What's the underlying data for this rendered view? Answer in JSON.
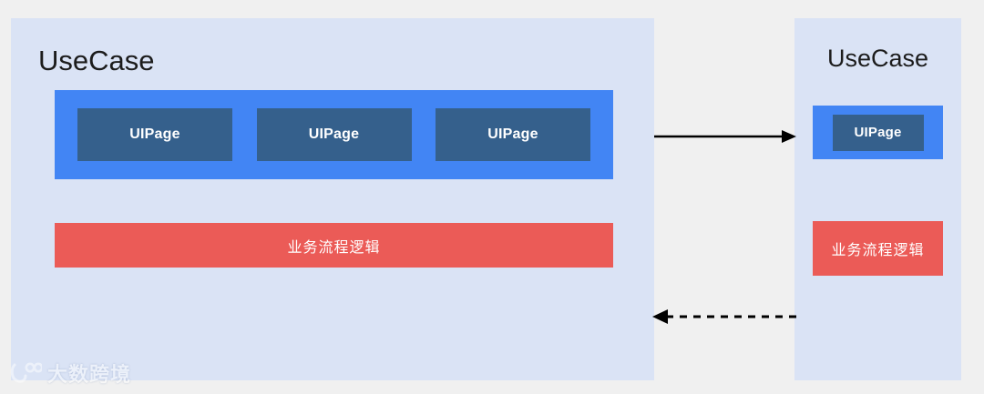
{
  "diagram": {
    "background_color": "#f0f0f0",
    "panel_color": "#dae3f5",
    "accent_blue": "#4285f4",
    "accent_dark_blue": "#35608c",
    "accent_red": "#eb5b57"
  },
  "left_panel": {
    "title": "UseCase",
    "ui_pages": [
      {
        "label": "UIPage"
      },
      {
        "label": "UIPage"
      },
      {
        "label": "UIPage"
      }
    ],
    "logic_block": {
      "label": "业务流程逻辑"
    }
  },
  "right_panel": {
    "title": "UseCase",
    "ui_pages": [
      {
        "label": "UIPage"
      }
    ],
    "logic_block": {
      "label": "业务流程逻辑"
    }
  },
  "connectors": [
    {
      "name": "top-arrow",
      "style": "solid",
      "direction": "right"
    },
    {
      "name": "bottom-arrow",
      "style": "dashed",
      "direction": "left"
    }
  ],
  "watermark": {
    "text": "大数跨境",
    "logo": "circle-eyes-logo"
  }
}
